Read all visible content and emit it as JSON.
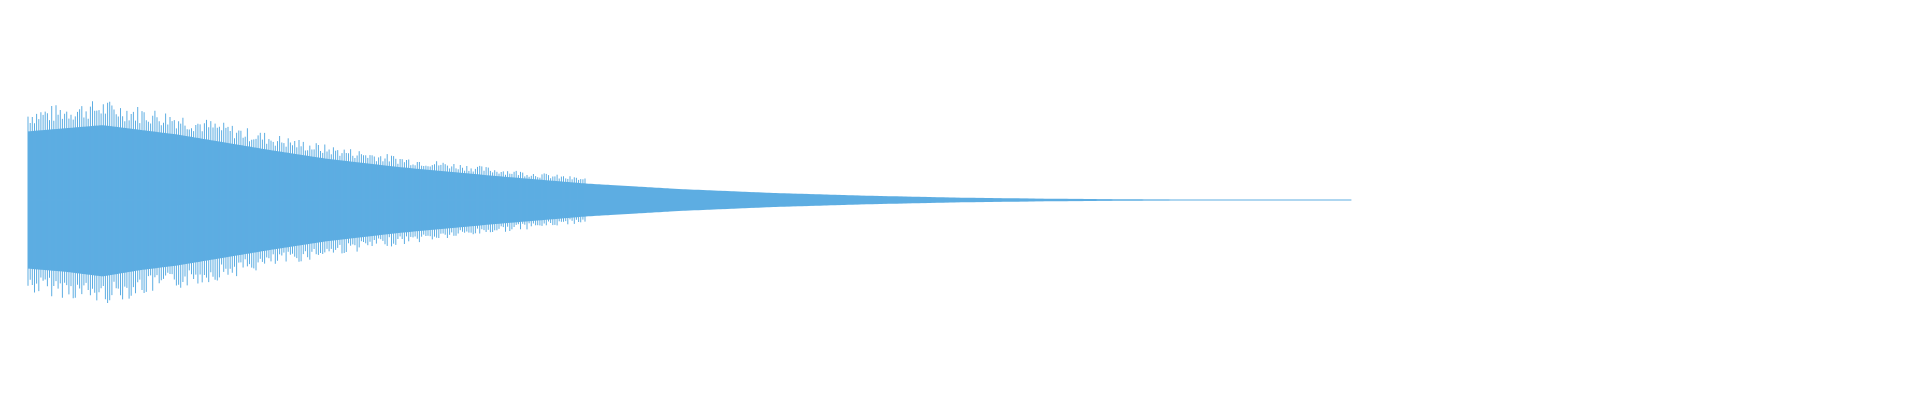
{
  "chart_data": {
    "type": "area",
    "kind": "audio-waveform",
    "color": "#5dade2",
    "background": "#ffffff",
    "xlabel": "",
    "ylabel": "",
    "title": "",
    "grid": false,
    "ylim": [
      -1,
      1
    ],
    "duration_fraction_with_signal": 0.71,
    "envelope": {
      "x": [
        0.0,
        0.02,
        0.04,
        0.06,
        0.08,
        0.1,
        0.13,
        0.16,
        0.2,
        0.25,
        0.3,
        0.35,
        0.4,
        0.45,
        0.5,
        0.55,
        0.6,
        0.65,
        0.71
      ],
      "upper": [
        0.88,
        0.92,
        0.96,
        0.9,
        0.84,
        0.76,
        0.64,
        0.53,
        0.42,
        0.31,
        0.21,
        0.14,
        0.09,
        0.055,
        0.03,
        0.016,
        0.008,
        0.004,
        0.0
      ],
      "lower": [
        -0.88,
        -0.92,
        -0.98,
        -0.9,
        -0.84,
        -0.76,
        -0.64,
        -0.53,
        -0.42,
        -0.31,
        -0.21,
        -0.14,
        -0.09,
        -0.055,
        -0.03,
        -0.016,
        -0.008,
        -0.004,
        0.0
      ]
    }
  }
}
